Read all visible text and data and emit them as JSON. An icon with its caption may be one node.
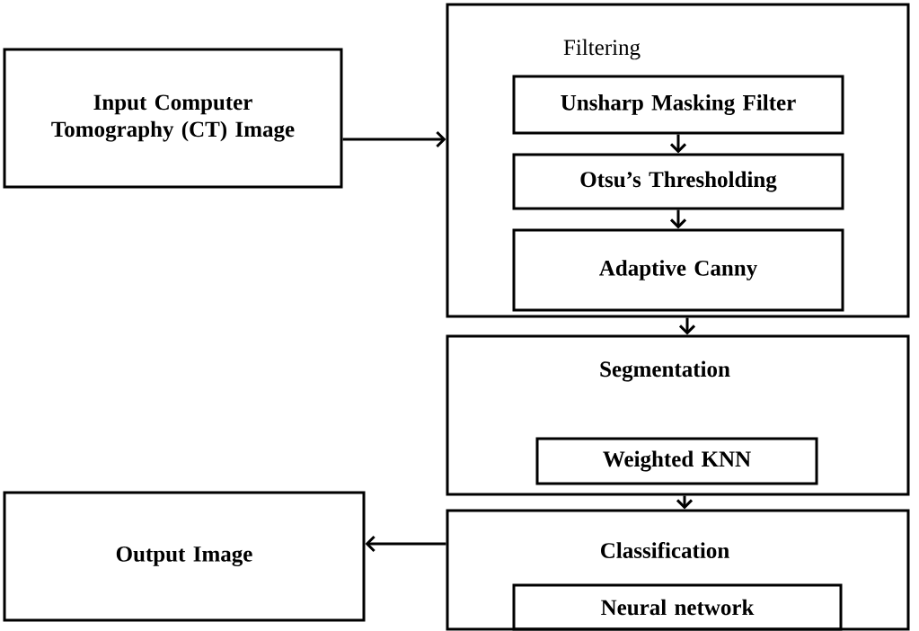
{
  "diagram": {
    "nodes": [
      {
        "text": [
          "Input Computer Tomography (CT) Image"
        ]
      },
      {
        "text": [
          "Filtering"
        ]
      },
      {
        "text": [
          "Unsharp Masking Filter"
        ],
        "in": 1
      },
      {
        "text": [
          "Otsu’s Thresholding"
        ],
        "in": 1
      },
      {
        "text": [
          "Adaptive Canny"
        ],
        "in": 1
      },
      {
        "text": [
          "Segmentation"
        ]
      },
      {
        "text": [
          "Weighted KNN"
        ],
        "in": 5
      },
      {
        "text": [
          "Classification"
        ]
      },
      {
        "text": [
          "Neural network"
        ],
        "in": 7
      },
      {
        "text": [
          "Output Image"
        ]
      }
    ],
    "edges": [
      {
        "from": 0,
        "to": 1,
        "arrow": "to"
      },
      {
        "from": 2,
        "to": 3,
        "arrow": "to"
      },
      {
        "from": 3,
        "to": 4,
        "arrow": "to"
      },
      {
        "from": 1,
        "to": 5,
        "arrow": "to"
      },
      {
        "from": 5,
        "to": 7,
        "arrow": "to"
      },
      {
        "from": 7,
        "to": 9,
        "arrow": "to"
      }
    ]
  }
}
